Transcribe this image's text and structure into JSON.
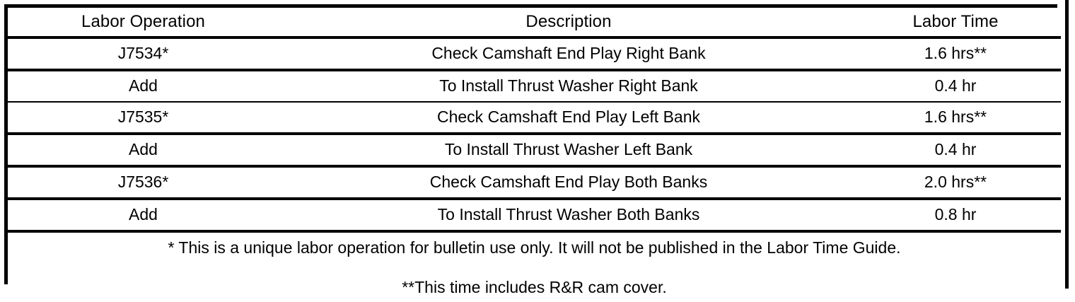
{
  "document": {
    "type": "labor-operation-table",
    "ink_color": "#000000",
    "paper_color": "#ffffff"
  },
  "table": {
    "columns": [
      {
        "key": "labor_operation",
        "header": "Labor Operation",
        "align": "center"
      },
      {
        "key": "description",
        "header": "Description",
        "align": "center"
      },
      {
        "key": "labor_time",
        "header": "Labor Time",
        "align": "center"
      },
      {
        "key": "spacer",
        "header": "",
        "align": "center"
      }
    ],
    "rows": [
      {
        "labor_operation": "J7534*",
        "description": "Check Camshaft End Play Right Bank",
        "labor_time": "1.6 hrs**",
        "spacer": ""
      },
      {
        "labor_operation": "Add",
        "description": "To Install Thrust Washer Right Bank",
        "labor_time": "0.4 hr",
        "spacer": ""
      },
      {
        "labor_operation": "J7535*",
        "description": "Check Camshaft End Play Left Bank",
        "labor_time": "1.6 hrs**",
        "spacer": ""
      },
      {
        "labor_operation": "Add",
        "description": "To Install Thrust Washer Left Bank",
        "labor_time": "0.4 hr",
        "spacer": ""
      },
      {
        "labor_operation": "J7536*",
        "description": "Check Camshaft End Play Both Banks",
        "labor_time": "2.0 hrs**",
        "spacer": ""
      },
      {
        "labor_operation": "Add",
        "description": "To Install Thrust Washer Both Banks",
        "labor_time": "0.8 hr",
        "spacer": ""
      }
    ],
    "footnotes": {
      "single_asterisk": "* This is a unique labor operation for bulletin use only. It will not be published in the Labor Time Guide.",
      "double_asterisk": "**This time includes R&R cam cover."
    }
  }
}
